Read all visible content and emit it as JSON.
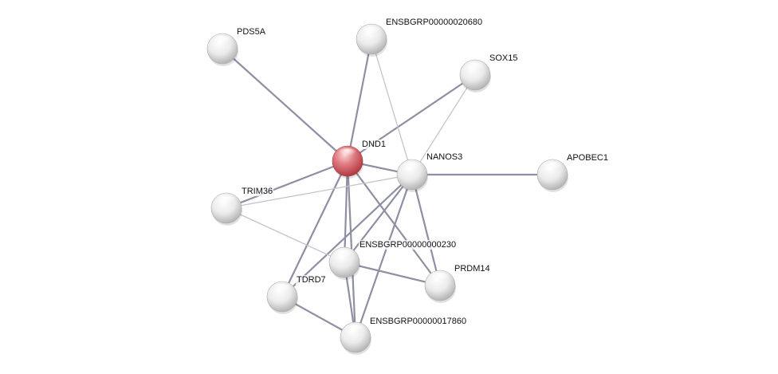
{
  "network": {
    "center_node": "DND1",
    "colors": {
      "query_node": "#d6555c",
      "partner_node": "#e2e2e2",
      "edge_strong": "#8f8fa3",
      "edge_weak": "#c4c4ce"
    },
    "nodes": [
      {
        "id": "DND1",
        "label": "DND1",
        "query": true
      },
      {
        "id": "NANOS3",
        "label": "NANOS3",
        "query": false
      },
      {
        "id": "PDS5A",
        "label": "PDS5A",
        "query": false
      },
      {
        "id": "ENSBGRP00000020680",
        "label": "ENSBGRP00000020680",
        "query": false
      },
      {
        "id": "SOX15",
        "label": "SOX15",
        "query": false
      },
      {
        "id": "APOBEC1",
        "label": "APOBEC1",
        "query": false
      },
      {
        "id": "TRIM36",
        "label": "TRIM36",
        "query": false
      },
      {
        "id": "ENSBGRP00000000230",
        "label": "ENSBGRP00000000230",
        "query": false
      },
      {
        "id": "PRDM14",
        "label": "PRDM14",
        "query": false
      },
      {
        "id": "TDRD7",
        "label": "TDRD7",
        "query": false
      },
      {
        "id": "ENSBGRP00000017860",
        "label": "ENSBGRP00000017860",
        "query": false
      }
    ],
    "edges": [
      {
        "source": "DND1",
        "target": "PDS5A",
        "strength": "strong"
      },
      {
        "source": "DND1",
        "target": "ENSBGRP00000020680",
        "strength": "strong"
      },
      {
        "source": "DND1",
        "target": "SOX15",
        "strength": "strong"
      },
      {
        "source": "DND1",
        "target": "NANOS3",
        "strength": "strong"
      },
      {
        "source": "DND1",
        "target": "TRIM36",
        "strength": "strong"
      },
      {
        "source": "DND1",
        "target": "ENSBGRP00000000230",
        "strength": "strong"
      },
      {
        "source": "DND1",
        "target": "PRDM14",
        "strength": "strong"
      },
      {
        "source": "DND1",
        "target": "TDRD7",
        "strength": "strong"
      },
      {
        "source": "DND1",
        "target": "ENSBGRP00000017860",
        "strength": "strong"
      },
      {
        "source": "NANOS3",
        "target": "APOBEC1",
        "strength": "strong"
      },
      {
        "source": "NANOS3",
        "target": "ENSBGRP00000020680",
        "strength": "weak"
      },
      {
        "source": "NANOS3",
        "target": "SOX15",
        "strength": "weak"
      },
      {
        "source": "NANOS3",
        "target": "TRIM36",
        "strength": "weak"
      },
      {
        "source": "NANOS3",
        "target": "ENSBGRP00000000230",
        "strength": "strong"
      },
      {
        "source": "NANOS3",
        "target": "PRDM14",
        "strength": "strong"
      },
      {
        "source": "NANOS3",
        "target": "TDRD7",
        "strength": "strong"
      },
      {
        "source": "NANOS3",
        "target": "ENSBGRP00000017860",
        "strength": "strong"
      },
      {
        "source": "TRIM36",
        "target": "ENSBGRP00000000230",
        "strength": "weak"
      },
      {
        "source": "ENSBGRP00000000230",
        "target": "PRDM14",
        "strength": "strong"
      },
      {
        "source": "ENSBGRP00000000230",
        "target": "ENSBGRP00000017860",
        "strength": "strong"
      },
      {
        "source": "TDRD7",
        "target": "ENSBGRP00000017860",
        "strength": "strong"
      }
    ]
  }
}
